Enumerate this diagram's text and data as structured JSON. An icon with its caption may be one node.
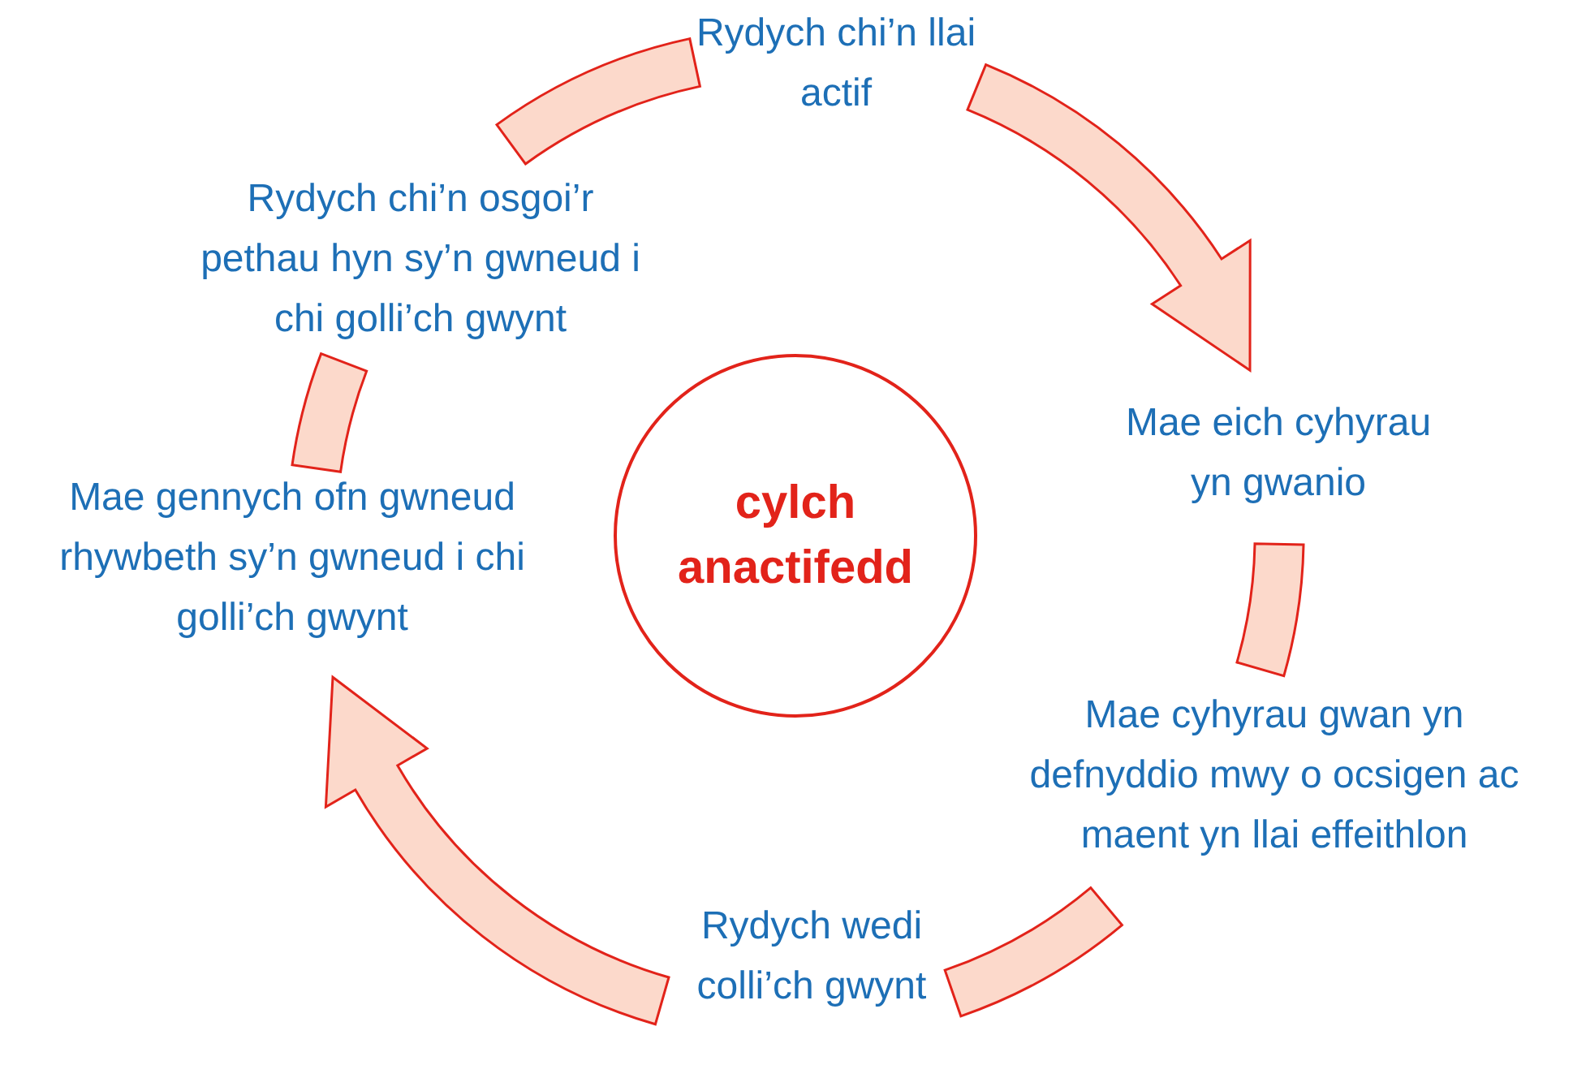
{
  "diagram": {
    "nodes": [
      {
        "text": [
          "Rydych chi’n llai actif"
        ]
      },
      {
        "text": [
          "Mae eich cyhyrau yn gwanio"
        ]
      },
      {
        "text": [
          "Mae cyhyrau gwan yn defnyddio mwy o ocsigen ac maent yn llai effeithlon"
        ]
      },
      {
        "text": [
          "Rydych wedi colli’ch gwynt"
        ]
      },
      {
        "text": [
          "Mae gennych ofn gwneud rhywbeth sy’n gwneud i chi golli’ch gwynt"
        ]
      },
      {
        "text": [
          "Rydych chi’n osgoi’r pethau hyn sy’n gwneud i chi golli’ch gwynt"
        ]
      },
      {
        "text": [
          "cylch anactifedd"
        ]
      }
    ],
    "edges": [
      {
        "from": 0,
        "to": 1,
        "arrow": "to"
      },
      {
        "from": 1,
        "to": 2,
        "arrow": "none"
      },
      {
        "from": 2,
        "to": 3,
        "arrow": "none"
      },
      {
        "from": 3,
        "to": 4,
        "arrow": "to"
      },
      {
        "from": 4,
        "to": 5,
        "arrow": "none"
      },
      {
        "from": 5,
        "to": 0,
        "arrow": "none"
      }
    ]
  }
}
